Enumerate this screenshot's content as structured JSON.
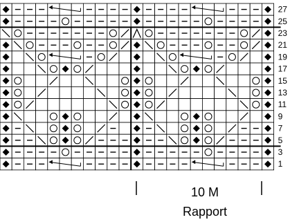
{
  "title": "",
  "legend": {},
  "grid": {
    "columns": 23,
    "rows": 14
  },
  "row_labels": [
    "27",
    "25",
    "23",
    "21",
    "19",
    "17",
    "15",
    "13",
    "11",
    "9",
    "7",
    "5",
    "3",
    "1"
  ],
  "rows": [
    [
      "K",
      "-",
      "-",
      "-",
      "A",
      "A",
      "A",
      "-",
      "-",
      "-",
      "-",
      "K",
      "-",
      "-",
      "-",
      "-",
      "A",
      "A",
      "A",
      "-",
      "-",
      "-",
      "K"
    ],
    [
      "K",
      "-",
      "-",
      "-",
      "-",
      "O",
      "-",
      "-",
      "-",
      "-",
      "-",
      "K",
      "-",
      "-",
      "-",
      "-",
      "-",
      "O",
      "-",
      "-",
      "-",
      "-",
      "K"
    ],
    [
      "B",
      "O",
      "-",
      "-",
      "-",
      "-",
      "-",
      "-",
      "-",
      "O",
      "F",
      "U",
      "O",
      "-",
      "-",
      "-",
      "-",
      "-",
      "-",
      "-",
      "O",
      "F",
      "K"
    ],
    [
      "K",
      "B",
      "O",
      "-",
      "-",
      "-",
      "O",
      "-",
      "-",
      "O",
      "F",
      "K",
      "B",
      "O",
      "-",
      "-",
      "-",
      "O",
      "-",
      "-",
      "O",
      "F",
      "K"
    ],
    [
      "K",
      "E",
      "B",
      "O",
      "A",
      "A",
      "A",
      "-",
      "O",
      "F",
      "E",
      "K",
      "E",
      "B",
      "O",
      "A",
      "A",
      "A",
      "-",
      "O",
      "F",
      "E",
      "K"
    ],
    [
      "K",
      "E",
      "E",
      "B",
      "O",
      "K",
      "O",
      "F",
      "E",
      "E",
      "E",
      "K",
      "E",
      "E",
      "B",
      "O",
      "K",
      "O",
      "F",
      "E",
      "E",
      "E",
      "K"
    ],
    [
      "K",
      "O",
      "E",
      "E",
      "F",
      "E",
      "E",
      "B",
      "E",
      "E",
      "O",
      "K",
      "O",
      "E",
      "E",
      "F",
      "E",
      "E",
      "B",
      "E",
      "E",
      "O",
      "K"
    ],
    [
      "K",
      "O",
      "E",
      "F",
      "E",
      "E",
      "E",
      "E",
      "B",
      "E",
      "O",
      "K",
      "O",
      "E",
      "F",
      "E",
      "E",
      "E",
      "E",
      "B",
      "E",
      "O",
      "K"
    ],
    [
      "K",
      "O",
      "F",
      "E",
      "E",
      "E",
      "E",
      "E",
      "E",
      "B",
      "O",
      "K",
      "O",
      "F",
      "E",
      "E",
      "E",
      "E",
      "E",
      "E",
      "B",
      "O",
      "K"
    ],
    [
      "K",
      "B",
      "E",
      "E",
      "O",
      "K",
      "O",
      "E",
      "E",
      "F",
      "E",
      "K",
      "B",
      "E",
      "E",
      "O",
      "K",
      "O",
      "E",
      "E",
      "F",
      "E",
      "K"
    ],
    [
      "K",
      "-",
      "B",
      "E",
      "O",
      "K",
      "O",
      "E",
      "F",
      "-",
      "E",
      "K",
      "-",
      "B",
      "E",
      "O",
      "K",
      "O",
      "E",
      "F",
      "-",
      "-",
      "K"
    ],
    [
      "K",
      "-",
      "-",
      "B",
      "O",
      "K",
      "O",
      "F",
      "-",
      "-",
      "-",
      "K",
      "-",
      "-",
      "B",
      "O",
      "K",
      "O",
      "F",
      "-",
      "-",
      "-",
      "K"
    ],
    [
      "K",
      "-",
      "-",
      "-",
      "-",
      "O",
      "-",
      "-",
      "-",
      "-",
      "-",
      "K",
      "-",
      "-",
      "-",
      "-",
      "-",
      "O",
      "-",
      "-",
      "-",
      "-",
      "K"
    ],
    [
      "K",
      "-",
      "-",
      "-",
      "A",
      "A",
      "A",
      "-",
      "-",
      "-",
      "-",
      "K",
      "-",
      "-",
      "-",
      "-",
      "A",
      "A",
      "A",
      "-",
      "-",
      "-",
      "K"
    ]
  ],
  "repeat": {
    "value": "10 M",
    "label": "Rapport"
  }
}
